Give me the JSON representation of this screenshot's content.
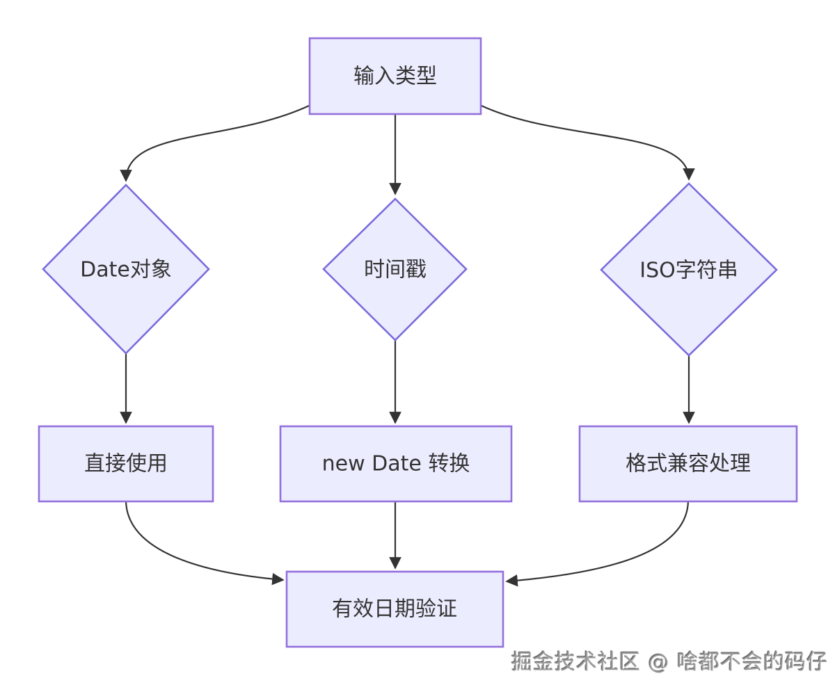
{
  "diagram": {
    "type": "flowchart",
    "nodes": {
      "input_type": {
        "label": "输入类型",
        "shape": "rect"
      },
      "date_object": {
        "label": "Date对象",
        "shape": "diamond"
      },
      "timestamp": {
        "label": "时间戳",
        "shape": "diamond"
      },
      "iso_string": {
        "label": "ISO字符串",
        "shape": "diamond"
      },
      "direct_use": {
        "label": "直接使用",
        "shape": "rect"
      },
      "new_date_convert": {
        "label": "new Date 转换",
        "shape": "rect"
      },
      "format_compat": {
        "label": "格式兼容处理",
        "shape": "rect"
      },
      "valid_date_check": {
        "label": "有效日期验证",
        "shape": "rect"
      }
    },
    "edges": [
      {
        "from": "输入类型",
        "to": "Date对象"
      },
      {
        "from": "输入类型",
        "to": "时间戳"
      },
      {
        "from": "输入类型",
        "to": "ISO字符串"
      },
      {
        "from": "Date对象",
        "to": "直接使用"
      },
      {
        "from": "时间戳",
        "to": "new Date 转换"
      },
      {
        "from": "ISO字符串",
        "to": "格式兼容处理"
      },
      {
        "from": "直接使用",
        "to": "有效日期验证"
      },
      {
        "from": "new Date 转换",
        "to": "有效日期验证"
      },
      {
        "from": "格式兼容处理",
        "to": "有效日期验证"
      }
    ],
    "colors": {
      "background": "#FFFFFF",
      "node_fill": "#ECECFF",
      "rect_stroke": "#9370DB",
      "diamond_stroke": "#7A6BDB",
      "edge_stroke": "#333333",
      "text": "#333333"
    }
  },
  "watermark": {
    "text": "掘金技术社区 @ 啥都不会的码仔"
  }
}
